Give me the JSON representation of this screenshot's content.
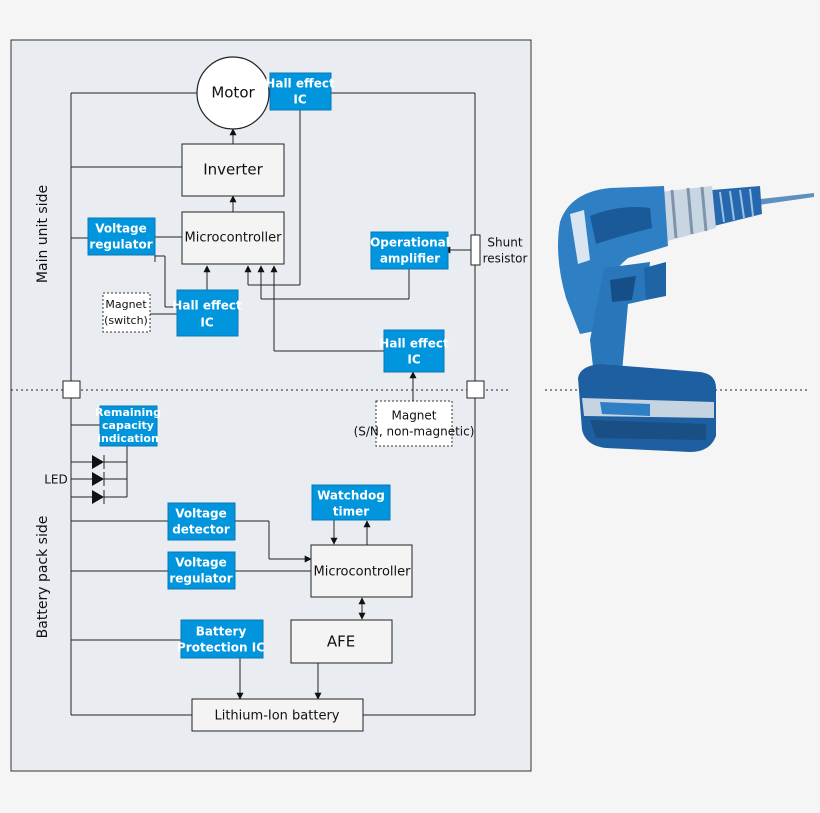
{
  "labels": {
    "motor": "Motor",
    "hall_top": [
      "Hall effect",
      "IC"
    ],
    "inverter": "Inverter",
    "voltage_regulator_main": [
      "Voltage",
      "regulator"
    ],
    "microcontroller_main": "Microcontroller",
    "operational_amplifier": [
      "Operational",
      "amplifier"
    ],
    "shunt_resistor": [
      "Shunt",
      "resistor"
    ],
    "magnet_switch": [
      "Magnet",
      "(switch)"
    ],
    "hall_mid": [
      "Hall effect",
      "IC"
    ],
    "hall_right": [
      "Hall effect",
      "IC"
    ],
    "magnet_sn": [
      "Magnet",
      "(S/N, non-magnetic)"
    ],
    "main_unit_side": "Main unit side",
    "battery_pack_side": "Battery pack side",
    "remaining_capacity": [
      "Remaining",
      "capacity",
      "indication"
    ],
    "led": "LED",
    "watchdog_timer": [
      "Watchdog",
      "timer"
    ],
    "voltage_detector": [
      "Voltage",
      "detector"
    ],
    "voltage_regulator_batt": [
      "Voltage",
      "regulator"
    ],
    "microcontroller_batt": "Microcontroller",
    "battery_protection_ic": [
      "Battery",
      "Protection IC"
    ],
    "afe": "AFE",
    "lithium_ion_battery": "Lithium-Ion battery"
  },
  "colors": {
    "block_blue": "#0095dd",
    "panel_bg": "#e9edf1",
    "drill_blue": "#2f7fc4"
  },
  "icons": [
    "diode-icon",
    "drill-illustration-icon"
  ]
}
